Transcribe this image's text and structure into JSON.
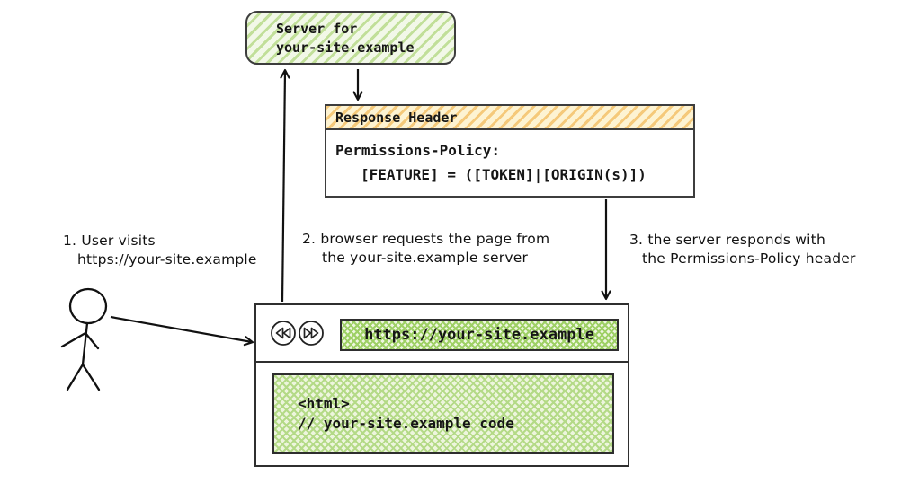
{
  "server": {
    "line1": "Server for",
    "line2": "your-site.example"
  },
  "response_header": {
    "title": "Response Header",
    "policy_line1": "Permissions-Policy:",
    "policy_line2": "[FEATURE] = ([TOKEN]|[ORIGIN(s)])"
  },
  "steps": [
    {
      "line1": "1. User visits",
      "line2": "https://your-site.example"
    },
    {
      "line1": "2. browser requests the page from",
      "line2": "the your-site.example server"
    },
    {
      "line1": "3. the server responds with",
      "line2": "the Permissions-Policy header"
    }
  ],
  "browser": {
    "url": "https://your-site.example",
    "code_line1": "<html>",
    "code_line2": "// your-site.example code",
    "icons": [
      "back-icon",
      "forward-icon"
    ]
  },
  "colors": {
    "green_stripe": "#c1df99",
    "green_stripe_bg": "#f2f8e8",
    "green_crosshatch": "#9ed065",
    "orange_stripe": "#f5c97a",
    "orange_stripe_bg": "#fdf3d2",
    "ink": "#161616",
    "box_border": "#3d3d3d"
  }
}
